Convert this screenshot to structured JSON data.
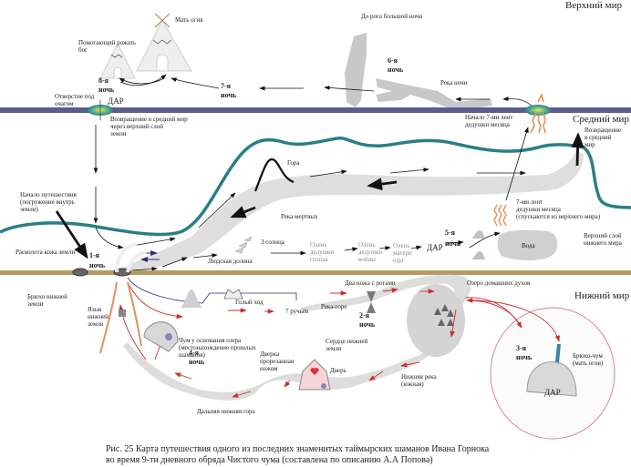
{
  "worlds": {
    "upper": "Верхний мир",
    "middle": "Средний мир",
    "lower": "Нижний мир"
  },
  "upper_world": {
    "mother_fire": "Мать огня",
    "childbirth_goddess": "Помогающий рожать бог",
    "hole_below_hearth": "Отверстие под очагом",
    "dar_left": "ДАР",
    "night8": "8-я\nночь",
    "night7": "7-я\nночь",
    "night6": "6-я\nночь",
    "to_night_river": "До рога большой ночи",
    "night_river": "Река ночи",
    "return_middle": "Возвращение в средний мир через верхний слой\nземли"
  },
  "middle_world": {
    "start_journey": "Начало путешествия\n(погружение внутрь\nземли)",
    "night1": "1-я\nночь",
    "earth_cover": "Расколота кожа земли",
    "mountain": "Гора",
    "river_of_ancestors": "Река мертвых",
    "three_suns": "3 солнца",
    "human_valley": "Людская долина",
    "deer_grandfather_cold": "Олень\nдедушки\nголода",
    "deer_grandfather_war": "Олень\nдедушки\nвойны",
    "deer_mother_food": "Олень\nматери\nеды",
    "dar_middle": "ДАР",
    "night5": "5-я\nночь",
    "water": "Вода",
    "start_7_ribbons": "Начало 7-ми лент\nдедушки месяца",
    "seven_ribbons": "7-ми лент\nдедушки месяца\n(спускаются из верхнего мира)",
    "return_middle_world": "Возвращение\nв средний\nмир",
    "upper_layer_lower": "Верхний слой\nнижнего мира"
  },
  "lower_world": {
    "belly_earth": "Брюхо нижней\nземли",
    "stomach_earth": "Язык\nнижней\nземли",
    "hanging_spot": "Голый ход",
    "seven_streams": "7 ручьёв",
    "river_sorrow": "Река-горе",
    "two_knives": "Два ножа с рогами",
    "night2": "2-я\nночь",
    "lake_ancestors": "Озеро домашних духов",
    "chum_lake": "Чум у основания озера\n(местонахождение прошлых\nшаманов)",
    "night4": "4-я\nночь",
    "pink_tent": "Дверка\nпрорезанная\nножом",
    "heart_earth": "Сердце нижней\nземли",
    "door": "Дверь",
    "lower_river": "Нижняя река\n(южная)",
    "dark_river": "Дальняя нижняя гора",
    "night3": "3-я\nночь",
    "bird_chum": "Брюхо-чум\n(мать огня)",
    "dar_lower": "ДАР"
  },
  "caption": {
    "line1": "Рис. 25 Карта путешествия одного из последних знаменитых таймырских шаманов Ивана Горнока",
    "line2": "во время 9-ти дневного обряда Чистого чума (составлена по описанию А.А Попова)"
  },
  "colors": {
    "upper_band": "#5b5b8f",
    "ground_band": "#b59a64",
    "earth_line": "#2a7f86",
    "path_gray": "#d7d7d7",
    "red_arrow": "#c8302e",
    "ribbon_orange": "#e0925a",
    "circle_pink": "#d880a0"
  }
}
